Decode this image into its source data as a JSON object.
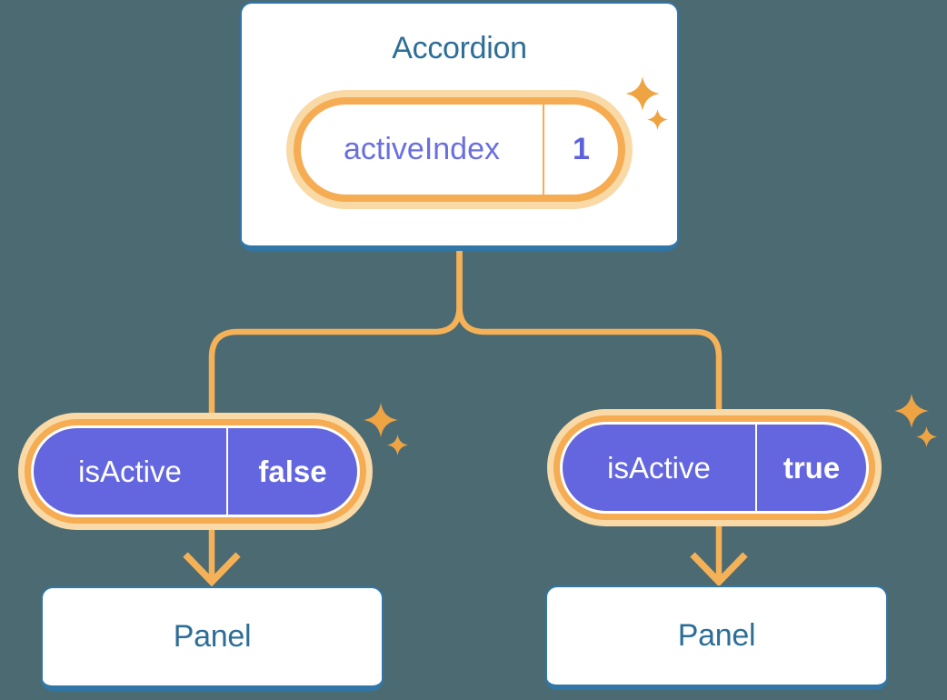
{
  "canvas": {
    "background": "#4B6A72"
  },
  "palette": {
    "card_border_blue": "#3176A6",
    "heading_text_blue": "#2D6E97",
    "connector_orange": "#F5B157",
    "pill_ring_orange": "#F5AC52",
    "pill_glow_peach": "#F9D9A6",
    "prop_pill_purple": "#6366DE",
    "state_text_purple": "#6A6FDF",
    "state_value_purple": "#5C62DA",
    "sparkle_orange": "#EFA443",
    "white": "#FFFFFF"
  },
  "icons": {
    "sparkle": "✦",
    "arrow_down": "↓"
  },
  "accordion": {
    "title": "Accordion",
    "state_pill": {
      "name": "activeIndex",
      "value": "1"
    }
  },
  "branches": [
    {
      "prop_pill": {
        "name": "isActive",
        "value": "false"
      },
      "panel": {
        "title": "Panel"
      }
    },
    {
      "prop_pill": {
        "name": "isActive",
        "value": "true"
      },
      "panel": {
        "title": "Panel"
      }
    }
  ]
}
